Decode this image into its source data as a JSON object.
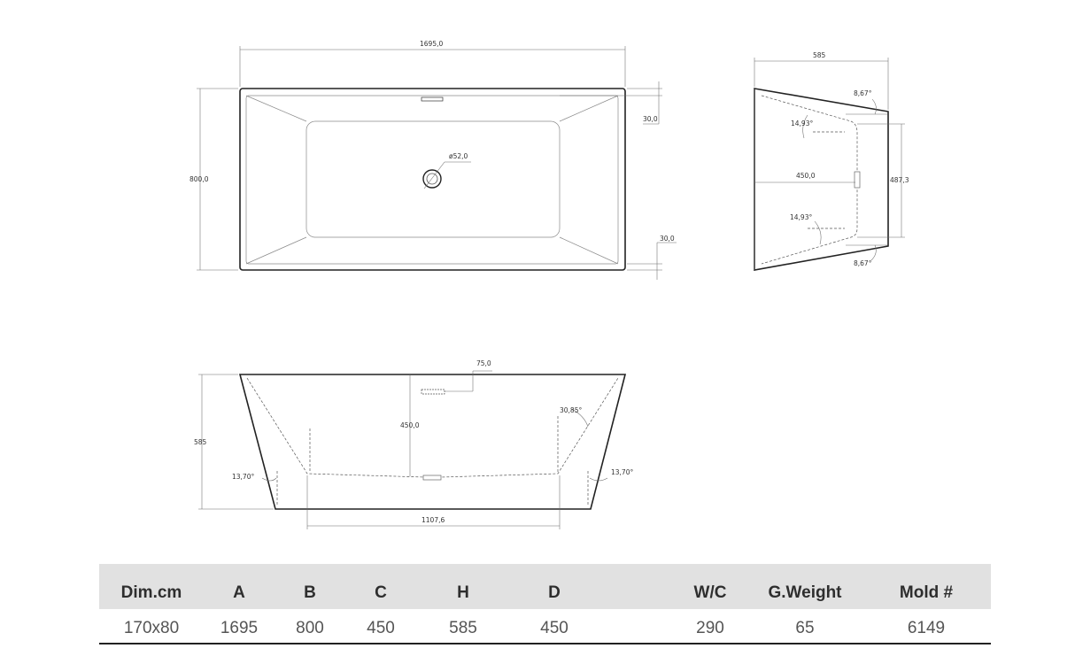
{
  "dimensions": {
    "top_length": "1695,0",
    "top_width": "800,0",
    "rim_top": "30,0",
    "rim_bottom": "30,0",
    "drain_diameter": "ø52,0",
    "side_depth": "585",
    "side_angle_top": "8,67°",
    "side_angle_bottom": "8,67°",
    "inner_angle_top": "14,93°",
    "inner_angle_bottom": "14,93°",
    "inner_depth": "450,0",
    "inner_height": "487,3",
    "front_overflow": "75,0",
    "front_height": "585",
    "front_inner_depth": "450,0",
    "front_angle_right_top": "30,85°",
    "front_angle_left": "13,70°",
    "front_angle_right": "13,70°",
    "front_floor_length": "1107,6"
  },
  "spec_table": {
    "headers": [
      "Dim.cm",
      "A",
      "B",
      "C",
      "H",
      "D",
      "W/C",
      "G.Weight",
      "Mold #"
    ],
    "values": [
      "170x80",
      "1695",
      "800",
      "450",
      "585",
      "450",
      "290",
      "65",
      "6149"
    ]
  }
}
